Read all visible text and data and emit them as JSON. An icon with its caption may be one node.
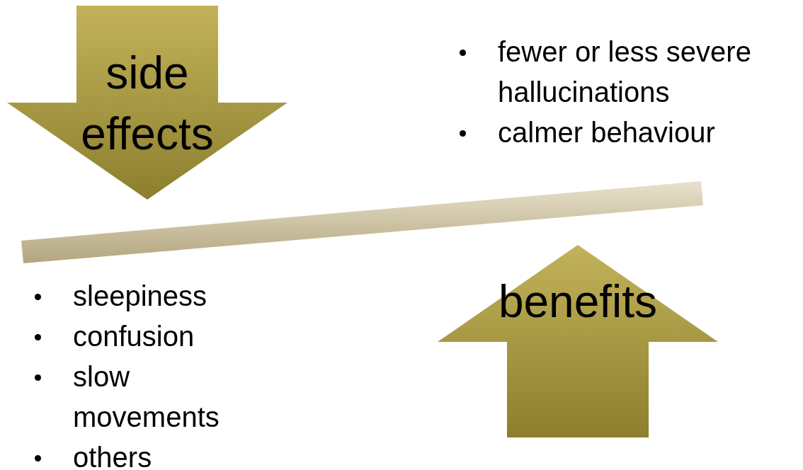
{
  "diagram": {
    "nodes": [
      {
        "text": [
          "side effects"
        ]
      },
      {
        "text": [
          "benefits"
        ]
      },
      {
        "text": [],
        "shape": "bar"
      }
    ],
    "labels": [
      "fewer or less severe hallucinations",
      "calmer behaviour",
      "sleepiness",
      "confusion",
      "slow movements",
      "others"
    ]
  }
}
